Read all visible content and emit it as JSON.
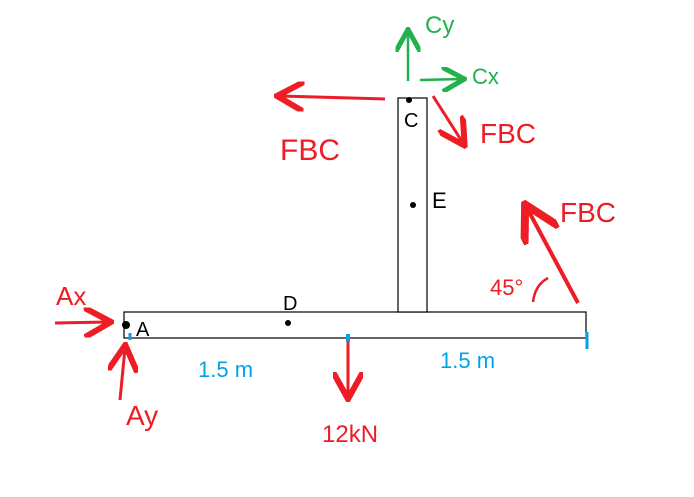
{
  "colors": {
    "force": "#ee1c24",
    "reaction": "#22b14c",
    "dimension": "#00a2e8",
    "structure": "#000000"
  },
  "points": {
    "a": "A",
    "c": "C",
    "d": "D",
    "e": "E"
  },
  "forces": {
    "fbc_left": "FBC",
    "fbc_down": "FBC",
    "fbc_diag": "FBC",
    "angle": "45°",
    "ax": "Ax",
    "ay": "Ay",
    "load": "12kN",
    "cx": "Cx",
    "cy": "Cy"
  },
  "dimensions": {
    "left": "1.5 m",
    "right": "1.5 m"
  }
}
